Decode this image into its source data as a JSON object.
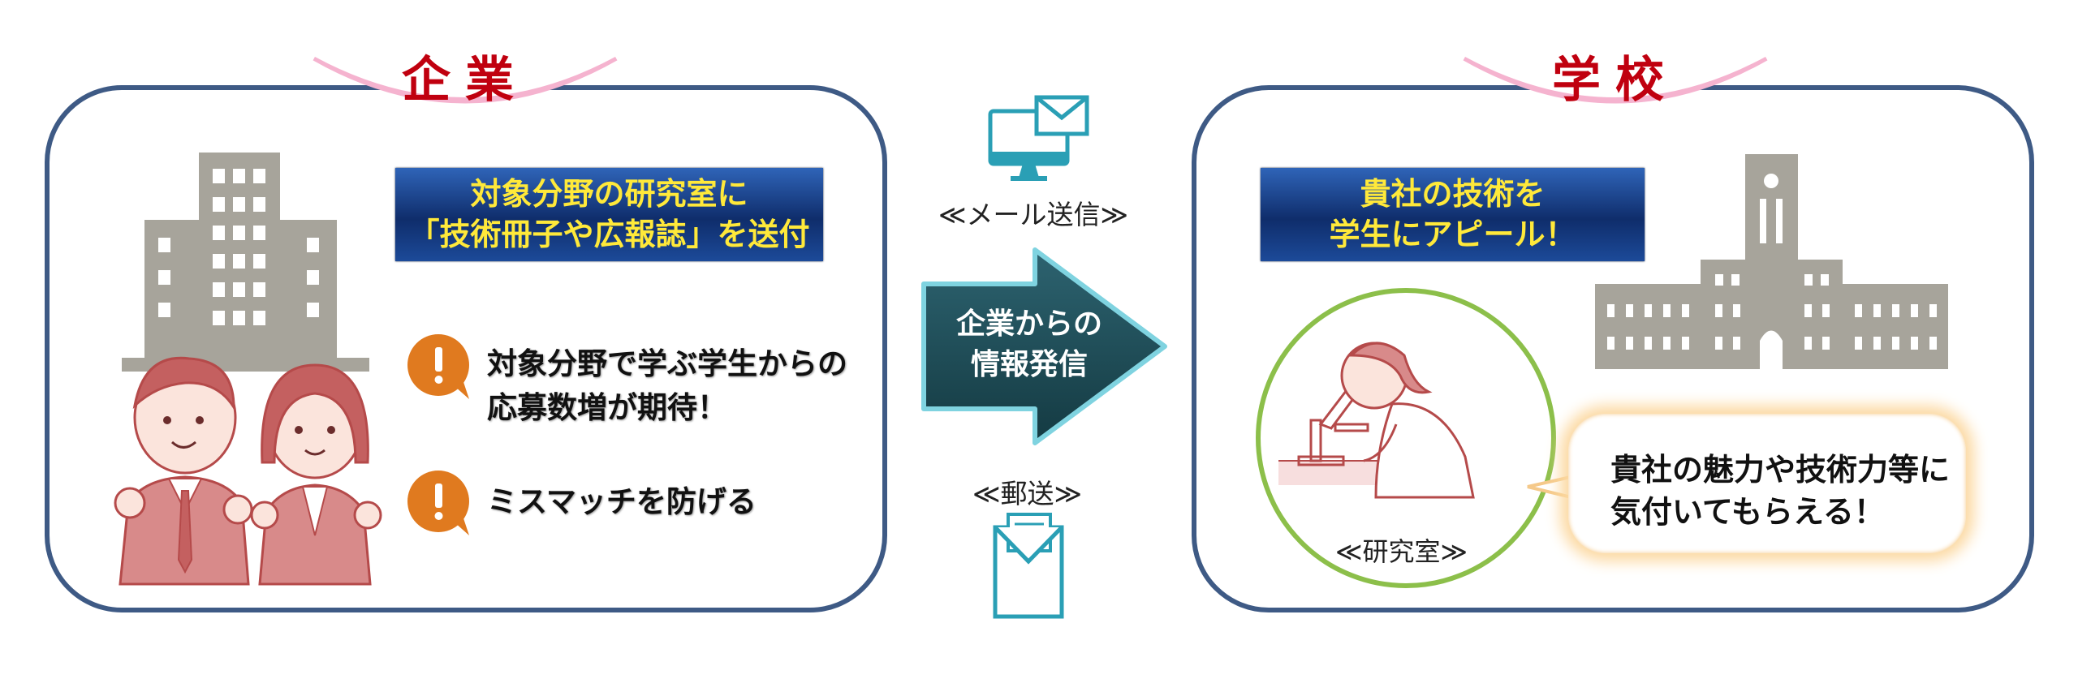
{
  "left_panel": {
    "tab_title": "企業",
    "banner_lines": [
      "対象分野の研究室に",
      "「技術冊子や広報誌」を送付"
    ],
    "bullets": [
      {
        "lines": [
          "対象分野で学ぶ学生からの",
          "応募数増が期待！"
        ],
        "icon": "exclamation-icon"
      },
      {
        "lines": [
          "ミスマッチを防げる"
        ],
        "icon": "exclamation-icon"
      }
    ]
  },
  "center": {
    "email_label": "≪メール送信≫",
    "arrow_lines": [
      "企業からの",
      "情報発信"
    ],
    "post_label": "≪郵送≫"
  },
  "right_panel": {
    "tab_title": "学校",
    "banner_lines": [
      "貴社の技術を",
      "学生にアピール！"
    ],
    "circle_label": "≪研究室≫",
    "cloud_lines": [
      "貴社の魅力や技術力等に",
      "気付いてもらえる！"
    ]
  },
  "colors": {
    "panel_border": "#3e5a85",
    "tab_title": "#c0000f",
    "banner_text": "#ffe93a",
    "exclamation": "#e07a1f",
    "arrow": "#1d4a52",
    "circle": "#8cbf4a",
    "icon_teal": "#2a9fb5"
  }
}
